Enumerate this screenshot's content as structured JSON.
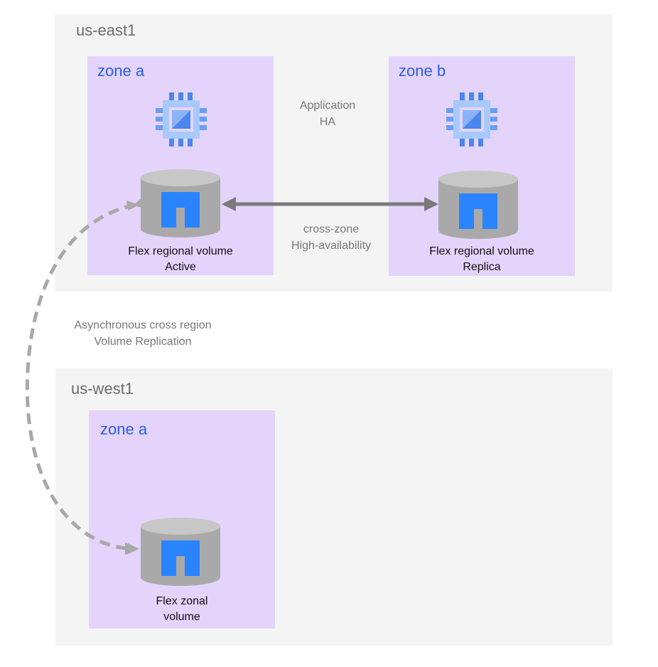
{
  "regions": [
    {
      "label": "us-east1",
      "zones": [
        {
          "label": "zone a",
          "volume": {
            "line1": "Flex regional volume",
            "line2": "Active"
          }
        },
        {
          "label": "zone b",
          "volume": {
            "line1": "Flex regional volume",
            "line2": "Replica"
          }
        }
      ]
    },
    {
      "label": "us-west1",
      "zones": [
        {
          "label": "zone a",
          "volume": {
            "line1": "Flex zonal",
            "line2": "volume"
          }
        }
      ]
    }
  ],
  "annotations": {
    "app_ha": {
      "line1": "Application",
      "line2": "HA"
    },
    "cross_zone": {
      "line1": "cross-zone",
      "line2": "High-availability"
    },
    "cross_region": {
      "line1": "Asynchronous cross region",
      "line2": "Volume Replication"
    }
  },
  "icons": {
    "compute": "compute-chip-icon",
    "volume": "netapp-volume-cylinder-icon"
  },
  "colors": {
    "region_bg": "#f4f4f4",
    "zone_bg": "#e4d4fc",
    "zone_label": "#2a5de8",
    "chip_light": "#a8c9fb",
    "chip_dark": "#4a86ee",
    "cylinder": "#a9a9a9",
    "cylinder_top": "#c7c7c7",
    "logo": "#2a84ff",
    "arrow": "#7a7a7a",
    "dashed_arrow": "#a8a8a8"
  }
}
